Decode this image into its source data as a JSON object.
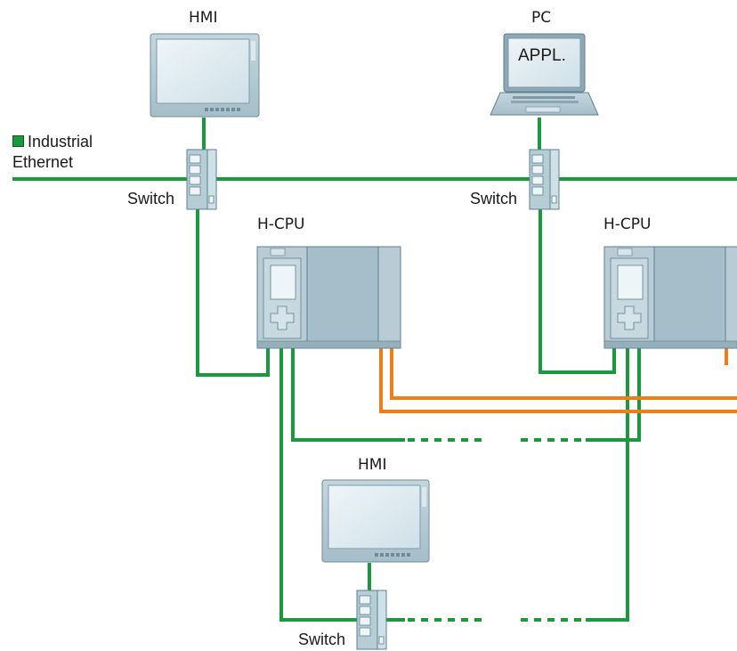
{
  "legend": {
    "line1": "Industrial",
    "line2": "Ethernet",
    "color": "#1a9a3c"
  },
  "labels": {
    "hmi_top": "HMI",
    "pc": "PC",
    "appl": "APPL.",
    "switch_left": "Switch",
    "switch_right": "Switch",
    "hcpu_left": "H-CPU",
    "hcpu_right": "H-CPU",
    "hmi_bottom": "HMI",
    "switch_bottom": "Switch"
  },
  "colors": {
    "ethernet": "#1a9a3c",
    "sync": "#ef7d1a",
    "device": "#a9c3cf",
    "device_dark": "#5d7f90"
  }
}
